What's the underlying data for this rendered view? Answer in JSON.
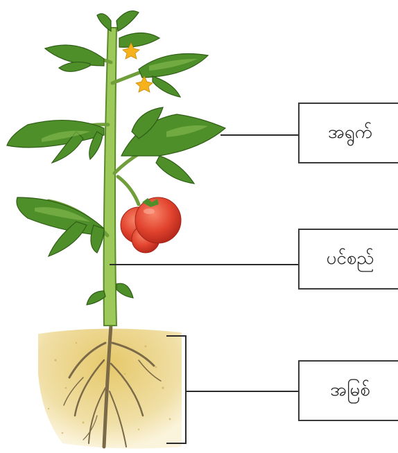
{
  "diagram": {
    "labels": {
      "leaf": "အရွက်",
      "stem": "ပင်စည်",
      "root": "အမြစ်"
    },
    "colors": {
      "leaf": "#4f8f2a",
      "leaf_light": "#8cc152",
      "stem": "#9cc95a",
      "stem_dark": "#5b8a2c",
      "tomato": "#e2442f",
      "tomato_highlight": "#f58a6e",
      "flower": "#f5b21c",
      "soil": "#e9d48c",
      "root": "#8a7a5a",
      "line": "#2b2b2b"
    }
  }
}
